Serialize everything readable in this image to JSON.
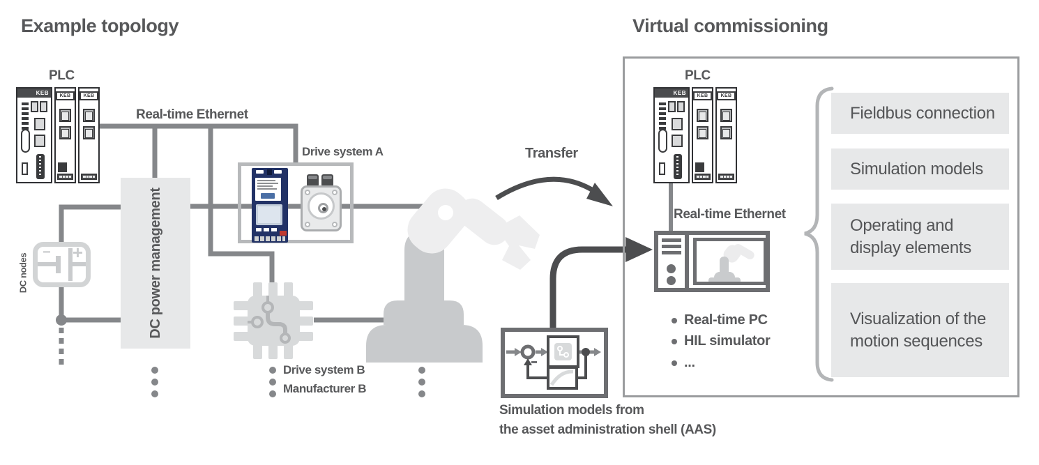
{
  "brand": "KEB",
  "left": {
    "title": "Example topology",
    "plc_label": "PLC",
    "ethernet_label": "Real-time Ethernet",
    "dc_power_label": "DC power management",
    "dc_nodes_label": "DC nodes",
    "battery_minus": "−",
    "battery_plus": "+",
    "drive_a_label": "Drive system A",
    "drive_b_line1": "Drive system B",
    "drive_b_line2": "Manufacturer B"
  },
  "transfer": {
    "label": "Transfer"
  },
  "aas": {
    "caption_line1": "Simulation models from",
    "caption_line2": "the asset administration shell (AAS)"
  },
  "right": {
    "title": "Virtual commissioning",
    "plc_label": "PLC",
    "ethernet_label": "Real-time Ethernet",
    "bullets": [
      {
        "label": "Real-time PC"
      },
      {
        "label": "HIL simulator"
      },
      {
        "label": "..."
      }
    ],
    "boxes": [
      {
        "line1": "Fieldbus connection",
        "line2": ""
      },
      {
        "line1": "Simulation models",
        "line2": ""
      },
      {
        "line1": "Operating and",
        "line2": "display elements"
      },
      {
        "line1": "Visualization of the",
        "line2": "motion sequences"
      }
    ]
  },
  "colors": {
    "text_dark": "#57585a",
    "line_gray": "#85878a",
    "fill_light": "#e7e8e9",
    "arrow_dark": "#4c4d4f",
    "drive_navy": "#223266",
    "border_light": "#b7b9bb"
  }
}
